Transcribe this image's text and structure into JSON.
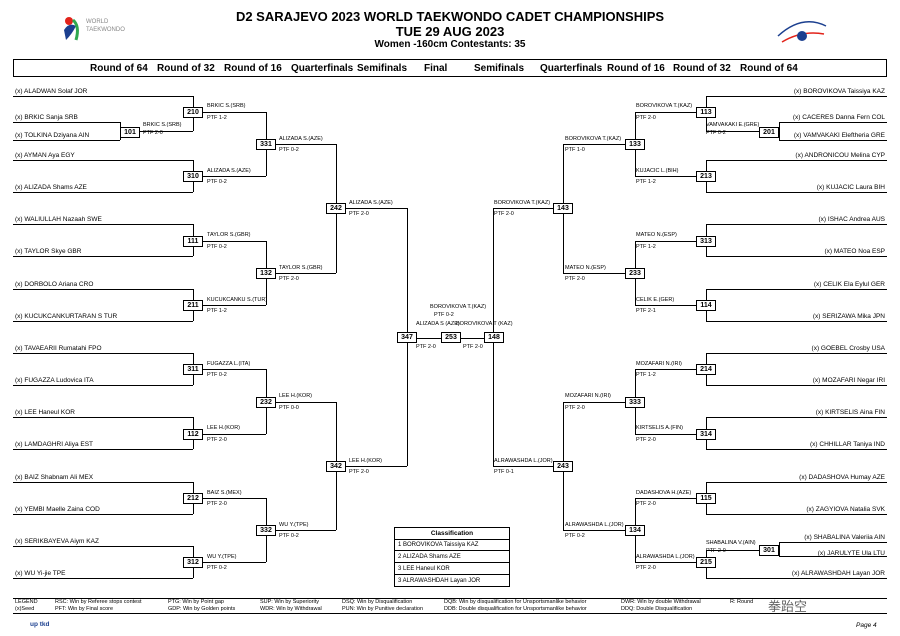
{
  "header": {
    "title": "D2 SARAJEVO 2023 WORLD TAEKWONDO CADET CHAMPIONSHIPS",
    "date": "TUE 29 AUG 2023",
    "category": "Women -160cm  Contestants: 35",
    "logo_left_text": [
      "WORLD",
      "TAEKWONDO"
    ]
  },
  "rounds_left": [
    "Round of 64",
    "Round of 32",
    "Round of 16",
    "Quarterfinals",
    "Semifinals",
    "Final"
  ],
  "rounds_right": [
    "Semifinals",
    "Quarterfinals",
    "Round of 16",
    "Round of 32",
    "Round of 64"
  ],
  "left_players": [
    "(x) ALADWAN Solaf JOR",
    "(x) BRKIC Sanja SRB",
    "(x) TOLKINA Dziyana AIN",
    "(x) AYMAN Aya EGY",
    "(x) ALIZADA Shams AZE",
    "(x) WALIULLAH Nazaah SWE",
    "(x) TAYLOR Skye GBR",
    "(x) DORBOLO Ariana CRO",
    "(x) KUCUKCANKURTARAN S TUR",
    "(x) TAVAEARII Rumatahi FPO",
    "(x) FUGAZZA Ludovica ITA",
    "(x) LEE Haneul KOR",
    "(x) LAMDAGHRI Aliya EST",
    "(x) BAIZ Shabnam Ali MEX",
    "(x) YEMBI Maelle Zaina COD",
    "(x) SERIKBAYEVA Aiym KAZ",
    "(x) WU Yi-jie TPE"
  ],
  "right_players": [
    "(x) BOROVIKOVA Taissiya KAZ",
    "(x) CACERES Danna Fern COL",
    "(x) VAMVAKAKI Eleftheria GRE",
    "(x) ANDRONICOU Melina CYP",
    "(x) KUJACIC Laura BIH",
    "(x) ISHAC Andrea AUS",
    "(x) MATEO Noa ESP",
    "(x) CELIK Ela Eylul GER",
    "(x) SERIZAWA Mika JPN",
    "(x) GOEBEL Crosby USA",
    "(x) MOZAFARI Negar IRI",
    "(x) KIRTSELIS Aina FIN",
    "(x) CHHILLAR Taniya IND",
    "(x) DADASHOVA Humay AZE",
    "(x) ZAGYIOVA Natalia SVK",
    "(x) SHABALINA Valeriia AIN",
    "(x) JARULYTE Ula LTU",
    "(x) ALRAWASHDAH Layan JOR"
  ],
  "bouts": [
    {
      "no": "101",
      "winner": "BRKIC S.(SRB)",
      "score": "PTF 2-0"
    },
    {
      "no": "210",
      "winner": "BRKIC S.(SRB)",
      "score": "PTF 1-2"
    },
    {
      "no": "310",
      "winner": "ALIZADA S.(AZE)",
      "score": "PTF 0-2"
    },
    {
      "no": "111",
      "winner": "TAYLOR S.(GBR)",
      "score": "PTF 0-2"
    },
    {
      "no": "211",
      "winner": "KUCUKCANKU S.(TUR)",
      "score": "PTF 1-2"
    },
    {
      "no": "311",
      "winner": "FUGAZZA L.(ITA)",
      "score": "PTF 0-2"
    },
    {
      "no": "112",
      "winner": "LEE H.(KOR)",
      "score": "PTF 2-0"
    },
    {
      "no": "212",
      "winner": "BAIZ S.(MEX)",
      "score": "PTF 2-0"
    },
    {
      "no": "312",
      "winner": "WU Y.(TPE)",
      "score": "PTF 0-2"
    },
    {
      "no": "331",
      "winner": "ALIZADA S.(AZE)",
      "score": "PTF 0-2"
    },
    {
      "no": "132",
      "winner": "TAYLOR S.(GBR)",
      "score": "PTF 2-0"
    },
    {
      "no": "232",
      "winner": "LEE H.(KOR)",
      "score": "PTF 0-0"
    },
    {
      "no": "332",
      "winner": "WU Y.(TPE)",
      "score": "PTF 0-2"
    },
    {
      "no": "242",
      "winner": "ALIZADA S.(AZE)",
      "score": "PTF 2-0"
    },
    {
      "no": "342",
      "winner": "LEE H.(KOR)",
      "score": "PTF 2-0"
    },
    {
      "no": "347",
      "winner": "ALIZADA S (AZE)",
      "score": "PTF 2-0"
    },
    {
      "no": "253",
      "winner": "BOROVIKOVA T.(KAZ)",
      "score": "PTF 0-2"
    },
    {
      "no": "148",
      "winner": "BOROVIKOVA T (KAZ)",
      "score": "PTF 2-0"
    },
    {
      "no": "143",
      "winner": "BOROVIKOVA T.(KAZ)",
      "score": "PTF 2-0"
    },
    {
      "no": "243",
      "winner": "ALRAWASHDA L.(JOR)",
      "score": "PTF 0-1"
    },
    {
      "no": "133",
      "winner": "BOROVIKOVA T.(KAZ)",
      "score": "PTF 1-0"
    },
    {
      "no": "233",
      "winner": "MATEO N.(ESP)",
      "score": "PTF 2-0"
    },
    {
      "no": "333",
      "winner": "MOZAFARI N.(IRI)",
      "score": "PTF 2-0"
    },
    {
      "no": "134",
      "winner": "ALRAWASHDA L.(JOR)",
      "score": "PTF 0-2"
    },
    {
      "no": "113",
      "winner": "BOROVIKOVA T.(KAZ)",
      "score": "PTF 2-0"
    },
    {
      "no": "213",
      "winner": "KUJACIC L.(BIH)",
      "score": "PTF 1-2"
    },
    {
      "no": "313",
      "winner": "MATEO N.(ESP)",
      "score": "PTF 1-2"
    },
    {
      "no": "114",
      "winner": "CELIK E.(GER)",
      "score": "PTF 2-1"
    },
    {
      "no": "214",
      "winner": "MOZAFARI N.(IRI)",
      "score": "PTF 1-2"
    },
    {
      "no": "314",
      "winner": "KIRTSELIS A.(FIN)",
      "score": "PTF 2-0"
    },
    {
      "no": "115",
      "winner": "DADASHOVA H.(AZE)",
      "score": "PTF 2-0"
    },
    {
      "no": "215",
      "winner": "ALRAWASHDA L.(JOR)",
      "score": "PTF 2-0"
    },
    {
      "no": "201",
      "winner": "VAMVAKAKI E.(GRE)",
      "score": "PTF 0-2"
    },
    {
      "no": "301",
      "winner": "SHABALINA V.(AIN)",
      "score": "PTF 2-0"
    }
  ],
  "classification": {
    "title": "Classification",
    "rows": [
      "1 BOROVIKOVA Taissiya KAZ",
      "2 ALIZADA Shams AZE",
      "3 LEE Haneul KOR",
      "3 ALRAWASHDAH Layan JOR"
    ]
  },
  "legend": {
    "row1": [
      "LEGEND",
      "RSC: Win by Referee stops contest",
      "PTG: Win by Point gap",
      "SUP: Win by Superiority",
      "DSQ: Win by Disqualification",
      "DQB: Win by disqualification for Unsportsmanlike behavior",
      "DWR: Win by double Withdrawal",
      "R: Round"
    ],
    "row2": [
      "(x)Seed",
      "PFT: Win by Final score",
      "GDP: Win by Golden points",
      "WDR: Win by Withdrawal",
      "PUN: Win by Punitive declaration",
      "DDB: Double disqualification for Unsportsmanlike behavior",
      "DDQ: Double Disqualification"
    ]
  },
  "footer": {
    "left": "up tkd",
    "page": "Page 4",
    "watermark": "拳跆空"
  },
  "colors": {
    "line": "#000000",
    "logo_red": "#e2231a",
    "logo_blue": "#1b3f8f",
    "logo_green": "#2fa84f"
  }
}
